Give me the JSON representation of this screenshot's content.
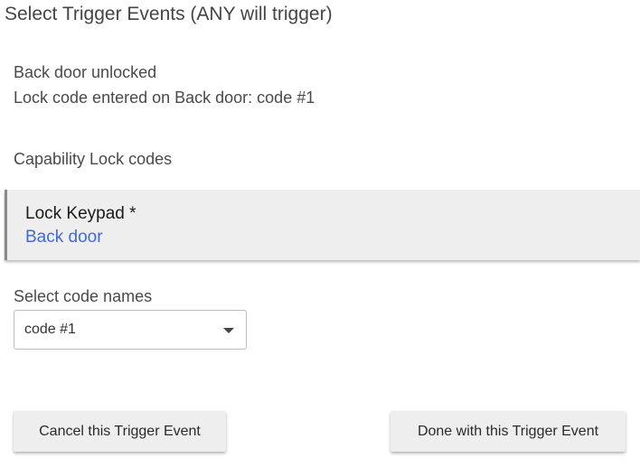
{
  "page": {
    "title": "Select Trigger Events (ANY will trigger)"
  },
  "events": [
    "Back door unlocked",
    "Lock code entered on Back door: code #1"
  ],
  "capability": {
    "label": "Capability Lock codes"
  },
  "device_card": {
    "title": "Lock Keypad *",
    "value": "Back door"
  },
  "code_select": {
    "label": "Select code names",
    "selected": "code #1"
  },
  "buttons": {
    "cancel_label": "Cancel this Trigger Event",
    "done_label": "Done with this Trigger Event"
  },
  "colors": {
    "link_blue": "#3f6bd0",
    "card_background": "#eeeeee",
    "button_background": "#eeeeee"
  },
  "icons": {
    "select_arrow": "chevron-down-icon"
  }
}
